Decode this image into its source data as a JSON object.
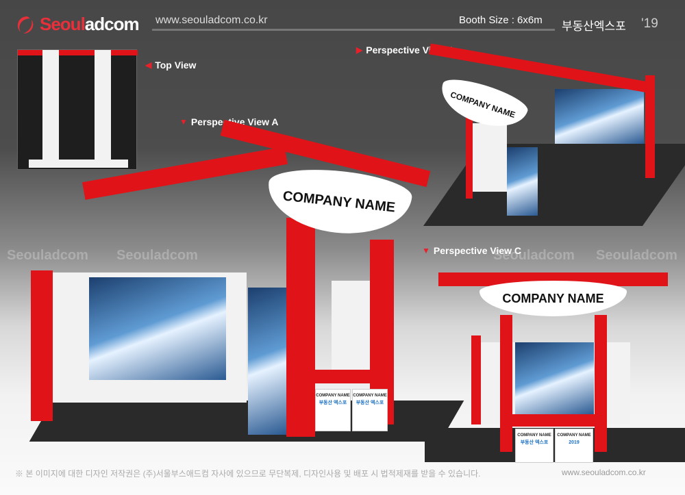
{
  "header": {
    "brand": "Seouladcom",
    "brand_prefix": "Seoul",
    "brand_suffix": "adcom",
    "url": "www.seouladcom.co.kr",
    "booth_size": "Booth Size : 6x6m",
    "expo_title": "부동산엑스포",
    "expo_year": "'19"
  },
  "views": {
    "top": "Top View",
    "a": "Perspective View A",
    "b": "Perspective View B",
    "c": "Perspective View C"
  },
  "booth": {
    "company_name": "COMPANY NAME",
    "panel_company": "COMPANY NAME",
    "panel_logo_year": "2019",
    "panel_logo_text": "부동산 엑스포"
  },
  "watermark": "Seouladcom",
  "footer": {
    "notice": "※ 본 이미지에 대한 디자인 저작권은 (주)서울부스애드컴 자사에 있으므로 무단복제, 디자인사용 및 배포 시 법적제재를 받을 수 있습니다.",
    "url": "www.seouladcom.co.kr"
  },
  "colors": {
    "accent": "#e01418",
    "background": "#474747"
  }
}
